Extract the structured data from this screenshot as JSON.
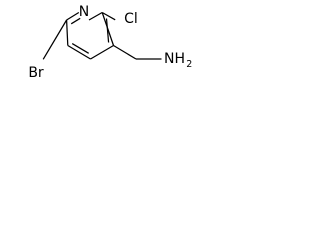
{
  "molecule": {
    "atoms": {
      "nitrogen": "N",
      "chlorine": "Cl",
      "bromine": "Br",
      "amine": "NH",
      "amine_subscript": "2"
    }
  }
}
